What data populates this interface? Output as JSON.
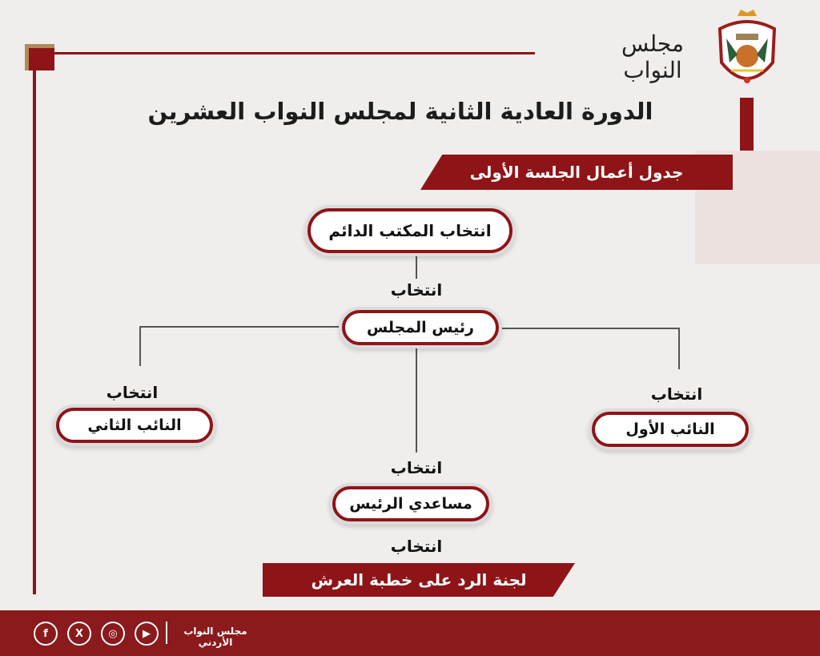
{
  "header": {
    "brand": "مجلس النواب",
    "title": "الدورة العادية الثانية لمجلس النواب العشرين",
    "agenda_banner": "جدول أعمال الجلسة الأولى"
  },
  "diagram": {
    "top_node": "انتخاب المكتب الدائم",
    "speaker_label": "انتخاب",
    "speaker": "رئيس المجلس",
    "first_deputy_label": "انتخاب",
    "first_deputy": "النائب الأول",
    "second_deputy_label": "انتخاب",
    "second_deputy": "النائب الثاني",
    "assistants_label": "انتخاب",
    "assistants": "مساعدي الرئيس",
    "committee_label": "انتخاب",
    "committee": "لجنة الرد على خطبة العرش"
  },
  "footer": {
    "org": "مجلس النواب الأردني",
    "icons": [
      "facebook-icon",
      "x-icon",
      "instagram-icon",
      "youtube-icon"
    ]
  },
  "colors": {
    "accent": "#8e1417",
    "background": "#efeeec"
  }
}
